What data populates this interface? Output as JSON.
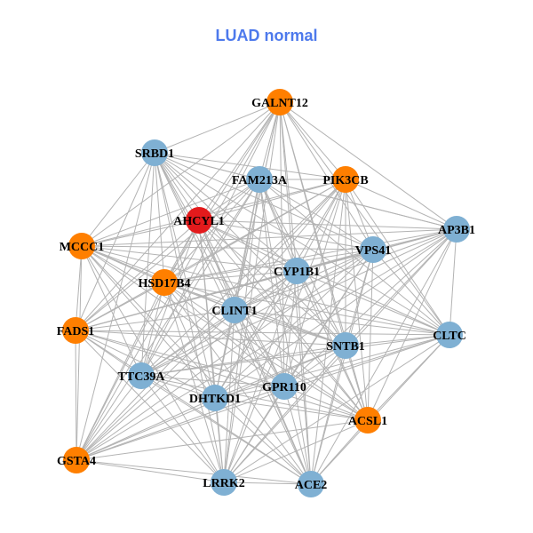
{
  "title": "LUAD normal",
  "colors": {
    "blue": "#7fb0d3",
    "orange": "#ff7f00",
    "red": "#e31a1c",
    "edge": "#b3b3b3"
  },
  "nodes": [
    {
      "id": "GALNT12",
      "color": "orange"
    },
    {
      "id": "SRBD1",
      "color": "blue"
    },
    {
      "id": "FAM213A",
      "color": "blue"
    },
    {
      "id": "PIK3CB",
      "color": "orange"
    },
    {
      "id": "AHCYL1",
      "color": "red"
    },
    {
      "id": "AP3B1",
      "color": "blue"
    },
    {
      "id": "MCCC1",
      "color": "orange"
    },
    {
      "id": "VPS41",
      "color": "blue"
    },
    {
      "id": "CYP1B1",
      "color": "blue"
    },
    {
      "id": "HSD17B4",
      "color": "orange"
    },
    {
      "id": "CLINT1",
      "color": "blue"
    },
    {
      "id": "FADS1",
      "color": "orange"
    },
    {
      "id": "CLTC",
      "color": "blue"
    },
    {
      "id": "SNTB1",
      "color": "blue"
    },
    {
      "id": "TTC39A",
      "color": "blue"
    },
    {
      "id": "GPR110",
      "color": "blue"
    },
    {
      "id": "DHTKD1",
      "color": "blue"
    },
    {
      "id": "ACSL1",
      "color": "orange"
    },
    {
      "id": "GSTA4",
      "color": "orange"
    },
    {
      "id": "LRRK2",
      "color": "blue"
    },
    {
      "id": "ACE2",
      "color": "blue"
    }
  ]
}
